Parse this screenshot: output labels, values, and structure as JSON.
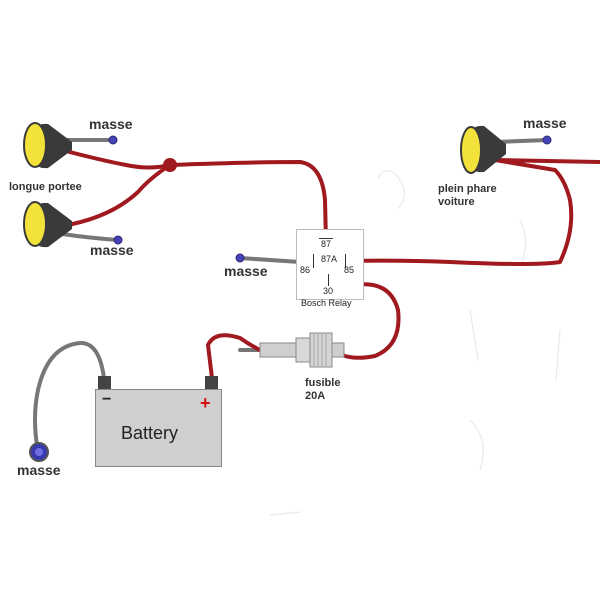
{
  "labels": {
    "masse": "masse",
    "longue_portee": "longue portee",
    "plein_phare": "plein phare\nvoiture",
    "battery": "Battery",
    "minus": "−",
    "plus": "+",
    "fuse": "fusible\n20A",
    "relay_name": "Bosch Relay"
  },
  "relay_pins": {
    "p87": "87",
    "p87a": "87A",
    "p86": "86",
    "p85": "85",
    "p30": "30"
  },
  "colors": {
    "wire_power": "#a0191e",
    "wire_ground": "#777777",
    "lamp_face": "#f2e23a",
    "lamp_shell": "#3a3a3a",
    "ground_dot": "#3f3fae",
    "battery_plus": "#d01010"
  }
}
